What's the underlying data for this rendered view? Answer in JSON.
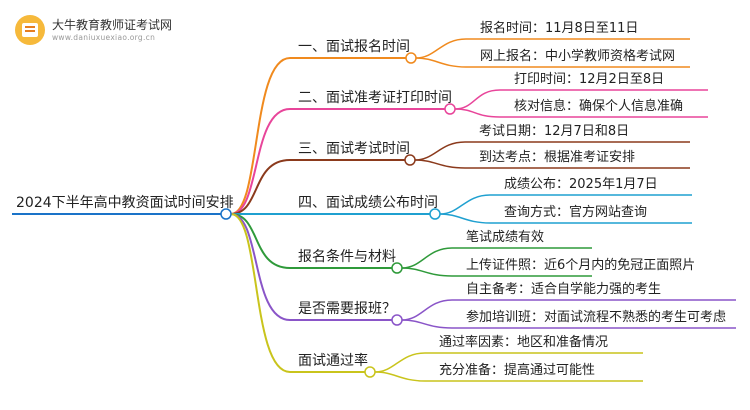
{
  "header": {
    "site_title": "大牛教育教师证考试网",
    "site_url": "www.daniuxuexiao.org.cn"
  },
  "mindmap": {
    "root": {
      "label": "2024下半年高中教资面试时间安排"
    },
    "branches": [
      {
        "label": "一、面试报名时间",
        "color": "#f08a1e",
        "leaves": [
          "报名时间：11月8日至11日",
          "网上报名：中小学教师资格考试网"
        ]
      },
      {
        "label": "二、面试准考证打印时间",
        "color": "#e8459a",
        "leaves": [
          "打印时间：12月2日至8日",
          "核对信息：确保个人信息准确"
        ]
      },
      {
        "label": "三、面试考试时间",
        "color": "#8b3a1c",
        "leaves": [
          "考试日期：12月7日和8日",
          "到达考点：根据准考证安排"
        ]
      },
      {
        "label": "四、面试成绩公布时间",
        "color": "#1fa0d0",
        "leaves": [
          "成绩公布：2025年1月7日",
          "查询方式：官方网站查询"
        ]
      },
      {
        "label": "报名条件与材料",
        "color": "#2f9a3a",
        "leaves": [
          "笔试成绩有效",
          "上传证件照：近6个月内的免冠正面照片"
        ]
      },
      {
        "label": "是否需要报班？",
        "color": "#8a55c8",
        "leaves": [
          "自主备考：适合自学能力强的考生",
          "参加培训班：对面试流程不熟悉的考生可考虑"
        ]
      },
      {
        "label": "面试通过率",
        "color": "#c9c41c",
        "leaves": [
          "通过率因素：地区和准备情况",
          "充分准备：提高通过可能性"
        ]
      }
    ]
  }
}
